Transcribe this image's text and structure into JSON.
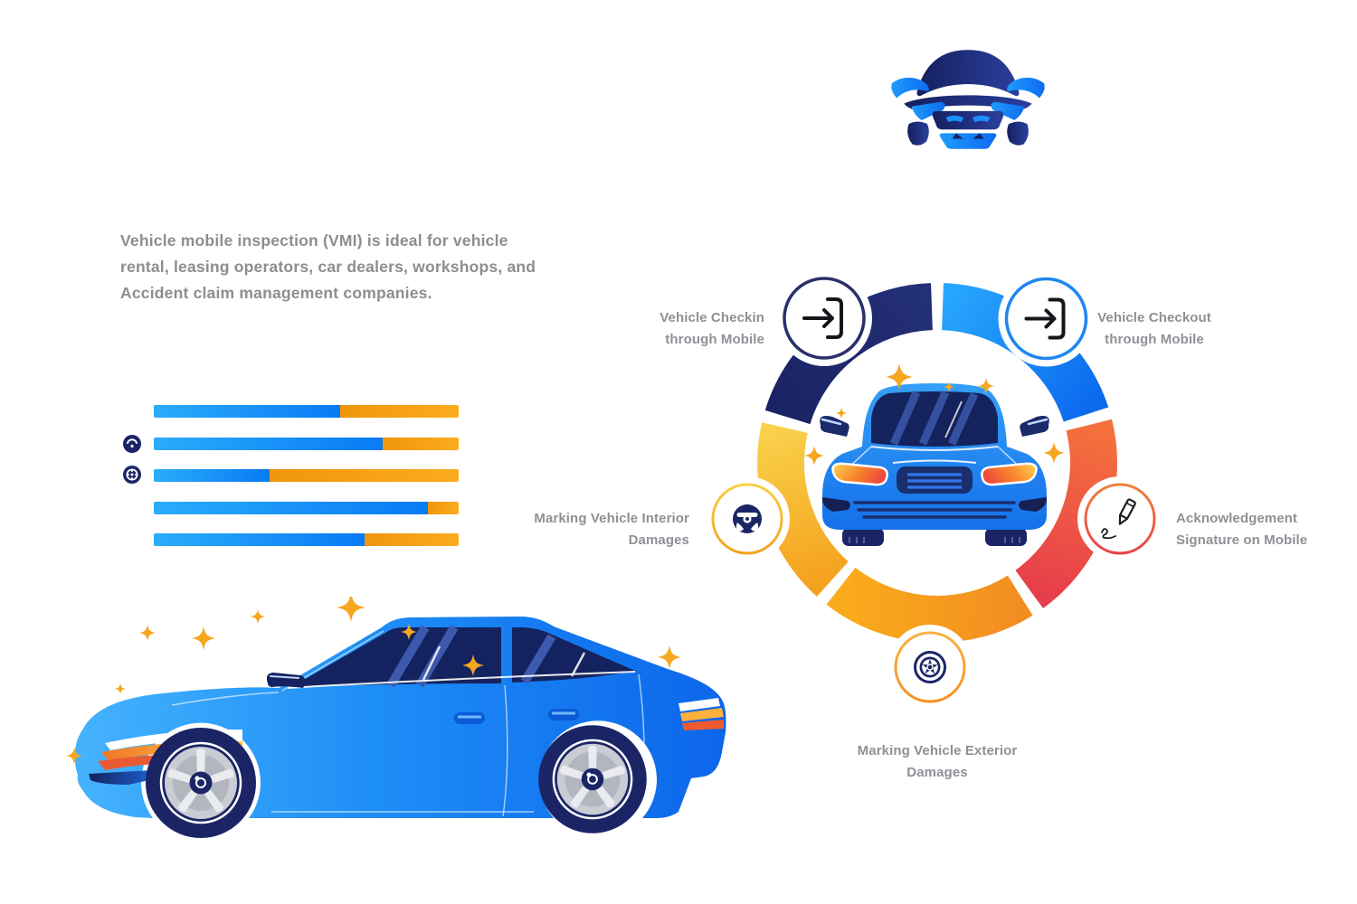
{
  "intro": {
    "lines": [
      "Vehicle mobile inspection (VMI) is ideal for vehicle",
      "rental, leasing operators, car dealers, workshops, and",
      "Accident claim management companies."
    ]
  },
  "logo": {
    "icon": "car-front-logo"
  },
  "cycle": {
    "center_illustration": "blue-car-front",
    "steps": [
      {
        "id": "checkin",
        "lines": [
          "Vehicle Checkin",
          "through Mobile"
        ],
        "icon": "login-arrow-icon",
        "color": "#222d66"
      },
      {
        "id": "checkout",
        "lines": [
          "Vehicle Checkout",
          "through Mobile"
        ],
        "icon": "login-arrow-icon",
        "color": "#1e8bf2"
      },
      {
        "id": "signature",
        "lines": [
          "Acknowledgement",
          "Signature on Mobile"
        ],
        "icon": "signature-pen-icon",
        "color": "#ec4847"
      },
      {
        "id": "exterior",
        "lines": [
          "Marking Vehicle Exterior",
          "Damages"
        ],
        "icon": "tire-icon",
        "color": "#f89c1c"
      },
      {
        "id": "interior",
        "lines": [
          "Marking Vehicle Interior",
          "Damages"
        ],
        "icon": "steering-wheel-icon",
        "color": "#f8c93b"
      }
    ]
  },
  "chart_data": {
    "type": "bar",
    "orientation": "horizontal-stacked",
    "title": "",
    "xlabel": "",
    "ylabel": "",
    "categories": [
      "bar-1",
      "bar-2",
      "bar-3",
      "bar-4",
      "bar-5"
    ],
    "series": [
      {
        "name": "blue",
        "color": "#0a84f6",
        "values": [
          61,
          75,
          38,
          90,
          69
        ]
      },
      {
        "name": "orange",
        "color": "#f9a21b",
        "values": [
          39,
          25,
          62,
          10,
          31
        ]
      }
    ],
    "unit": "percent-of-bar-width",
    "row_icons": [
      {
        "row": 2,
        "icon": "gauge-icon"
      },
      {
        "row": 3,
        "icon": "wheel-icon"
      }
    ]
  },
  "colors": {
    "navy": "#1b2566",
    "blue": "#1e8ef7",
    "orange": "#f9a21b",
    "yellow": "#f8c93b",
    "red": "#ec4847",
    "text_gray": "#8d8d92",
    "sparkle_gold": "#f6a71f"
  }
}
